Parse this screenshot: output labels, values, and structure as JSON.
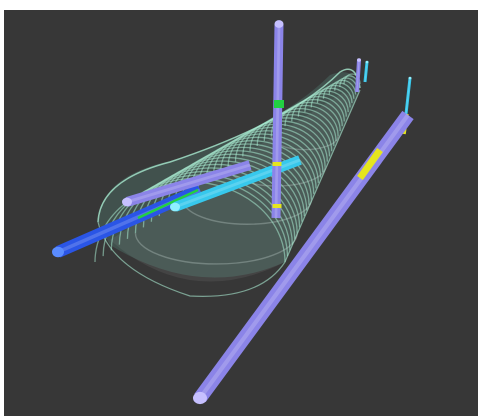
{
  "scene": {
    "description_free": true,
    "colors": {
      "background": "#373737",
      "frame": "#ffffff",
      "tunnel_rings": "#a8ead0",
      "tunnel_fill": "#6fc7b0",
      "tunnel_floor": "#4a4a4a",
      "floor_rings": "#8a8a8a",
      "pipe_lavender": "#8b84e8",
      "pipe_lavender_cap": "#c6c0ff",
      "pipe_blue": "#2a55e6",
      "pipe_blue_cap": "#5a8cff",
      "pipe_cyan": "#37c8ec",
      "pipe_cyan_cap": "#8ef0ff",
      "marker_green": "#22d042",
      "marker_yellow": "#e5e51e"
    },
    "objects": [
      {
        "name": "tunnel",
        "type": "transparent-tube-half",
        "rings": 36
      },
      {
        "name": "vertical-pipe-center",
        "color": "lavender",
        "markers": [
          "green",
          "yellow"
        ]
      },
      {
        "name": "vertical-pipe-far-left",
        "color": "lavender"
      },
      {
        "name": "vertical-pipe-far-right",
        "color": "cyan"
      },
      {
        "name": "vertical-pipe-right",
        "color": "cyan",
        "markers": [
          "yellow"
        ]
      },
      {
        "name": "horizontal-pipe-blue",
        "color": "blue",
        "markers": [
          "green"
        ]
      },
      {
        "name": "horizontal-pipe-cyan",
        "color": "cyan"
      },
      {
        "name": "horizontal-pipe-lavender-upper",
        "color": "lavender"
      },
      {
        "name": "diagonal-pipe-front",
        "color": "lavender",
        "markers": [
          "yellow"
        ]
      }
    ]
  }
}
